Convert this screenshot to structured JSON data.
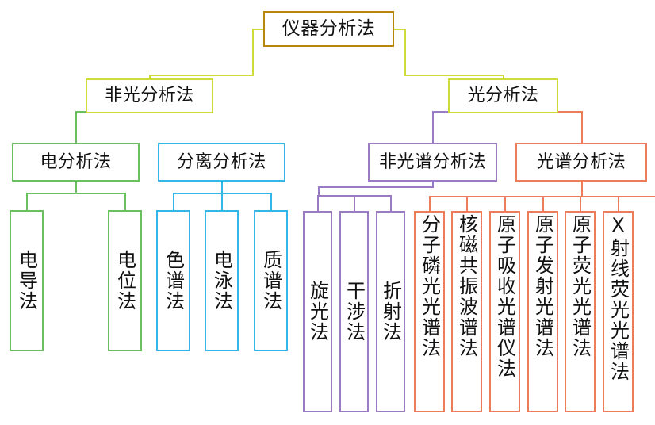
{
  "diagram": {
    "title": "仪器分析法",
    "type": "tree",
    "orientation": "top-down",
    "colors": {
      "root": "#b8860b",
      "level2": "#cddc39",
      "electro": "#6abf5e",
      "separation": "#35b6e8",
      "nonspectral": "#9b7cc4",
      "spectral": "#ed7d5a",
      "text": "#111111",
      "background": "#ffffff"
    },
    "nodes": {
      "root": {
        "label": "仪器分析法",
        "color_key": "root"
      },
      "nonoptical": {
        "label": "非光分析法",
        "color_key": "level2"
      },
      "optical": {
        "label": "光分析法",
        "color_key": "level2"
      },
      "electro": {
        "label": "电分析法",
        "color_key": "electro"
      },
      "separation": {
        "label": "分离分析法",
        "color_key": "separation"
      },
      "nonspectral": {
        "label": "非光谱分析法",
        "color_key": "nonspectral"
      },
      "spectral": {
        "label": "光谱分析法",
        "color_key": "spectral"
      }
    },
    "leaves": {
      "electro": [
        {
          "label": "电导法"
        },
        {
          "label": "电位法"
        }
      ],
      "separation": [
        {
          "label": "色谱法"
        },
        {
          "label": "电泳法"
        },
        {
          "label": "质谱法"
        }
      ],
      "nonspectral": [
        {
          "label": "旋光法"
        },
        {
          "label": "干涉法"
        },
        {
          "label": "折射法"
        }
      ],
      "spectral": [
        {
          "label": "分子磷光光谱法"
        },
        {
          "label": "核磁共振波谱法"
        },
        {
          "label": "原子吸收光谱仪法"
        },
        {
          "label": "原子发射光谱法"
        },
        {
          "label": "原子荧光光谱法"
        },
        {
          "label": "X射线荧光光谱法"
        }
      ]
    }
  }
}
